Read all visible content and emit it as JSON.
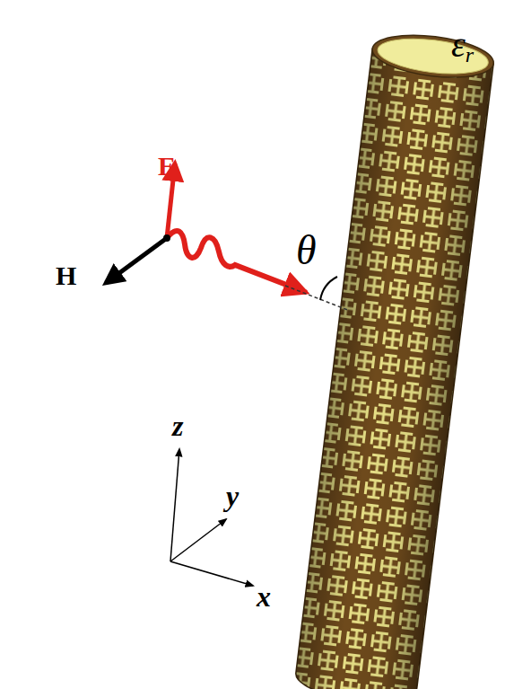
{
  "diagram": {
    "labels": [
      "εr",
      "E",
      "H",
      "θ",
      "z",
      "y",
      "x"
    ]
  }
}
